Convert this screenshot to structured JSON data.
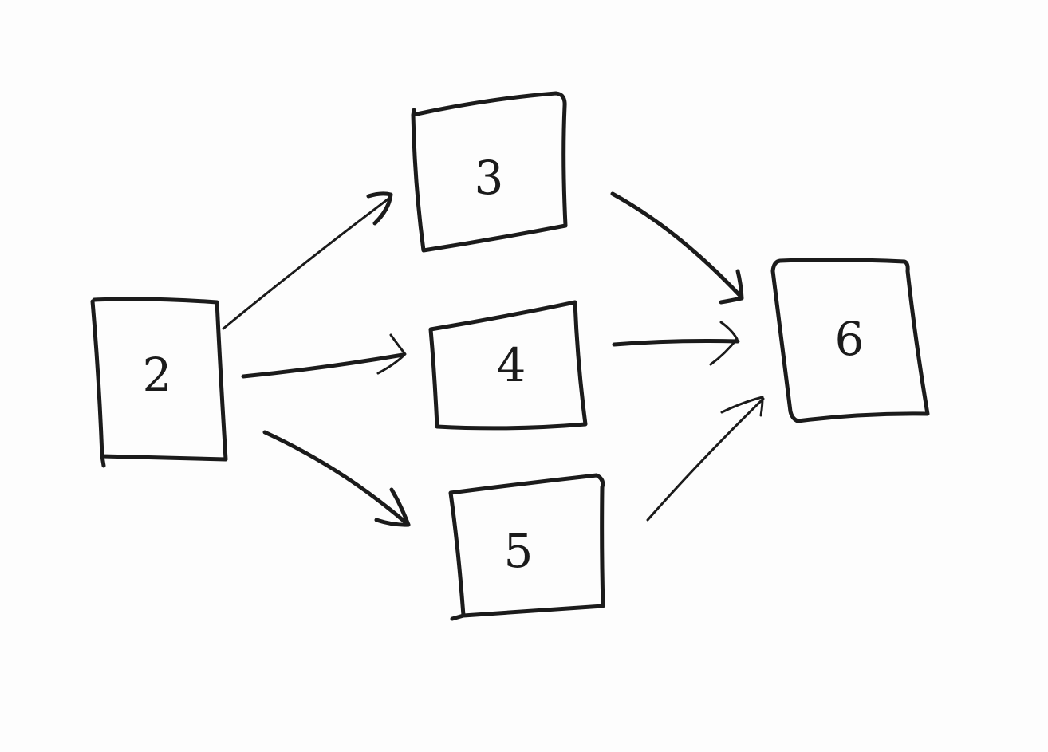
{
  "diagram": {
    "nodes": [
      {
        "id": "node-2",
        "label": "2"
      },
      {
        "id": "node-3",
        "label": "3"
      },
      {
        "id": "node-4",
        "label": "4"
      },
      {
        "id": "node-5",
        "label": "5"
      },
      {
        "id": "node-6",
        "label": "6"
      }
    ],
    "edges": [
      {
        "from": "2",
        "to": "3"
      },
      {
        "from": "2",
        "to": "4"
      },
      {
        "from": "2",
        "to": "5"
      },
      {
        "from": "3",
        "to": "6"
      },
      {
        "from": "4",
        "to": "6"
      },
      {
        "from": "5",
        "to": "6"
      }
    ],
    "colors": {
      "ink": "#1b1b1b",
      "paper": "#fdfdfd"
    }
  }
}
